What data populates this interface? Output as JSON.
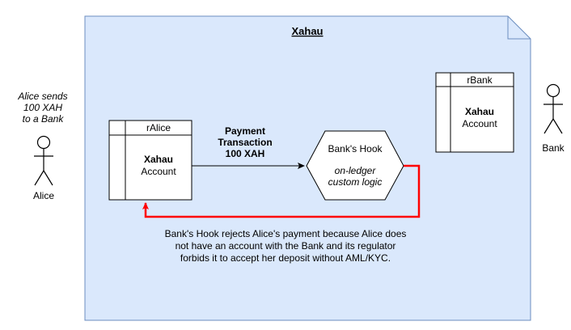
{
  "container": {
    "title": "Xahau",
    "fill": "#dae8fc",
    "stroke": "#6c8ebf"
  },
  "alice": {
    "caption": [
      "Alice sends",
      "100 XAH",
      "to a Bank"
    ],
    "name": "Alice"
  },
  "bank_actor": {
    "name": "Bank"
  },
  "ralice_account": {
    "header": "rAlice",
    "title": "Xahau",
    "subtitle": "Account"
  },
  "rbank_account": {
    "header": "rBank",
    "title": "Xahau",
    "subtitle": "Account"
  },
  "payment": {
    "lines": [
      "Payment",
      "Transaction",
      "100 XAH"
    ]
  },
  "hook": {
    "title": "Bank's Hook",
    "lines": [
      "on-ledger",
      "custom logic"
    ]
  },
  "rejection": {
    "lines": [
      "Bank's Hook rejects Alice's payment because Alice does",
      "not have an account with the Bank and its regulator",
      "forbids it to accept her deposit without AML/KYC."
    ],
    "arrow_color": "#ff0000"
  }
}
